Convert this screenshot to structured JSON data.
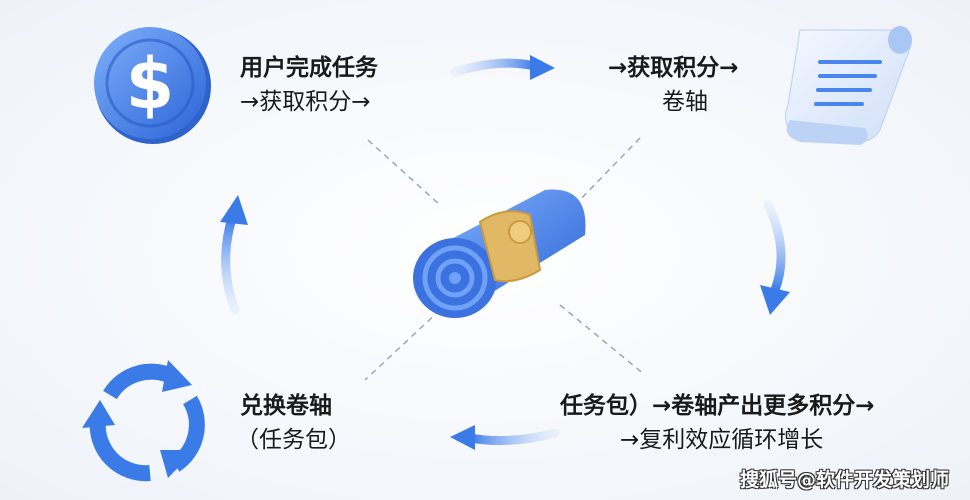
{
  "steps": {
    "complete_task": {
      "line1": "用户完成任务",
      "line2": "→获取积分→"
    },
    "get_points": {
      "line1": "→获取积分→",
      "line2": "卷轴"
    },
    "compound": {
      "line1": "任务包）→卷轴产出更多积分→",
      "line2": "→复利效应循环增长"
    },
    "exchange": {
      "line1": "兑换卷轴",
      "line2": "（任务包）"
    }
  },
  "icons": [
    "dollar-coin-icon",
    "document-scroll-icon",
    "rolled-scroll-icon",
    "refresh-cycle-icon"
  ],
  "watermark": "搜狐号@软件开发策划师",
  "colors": {
    "accent": "#3b7be8",
    "accent_light": "#8fb6f5",
    "gold": "#e1b865"
  }
}
